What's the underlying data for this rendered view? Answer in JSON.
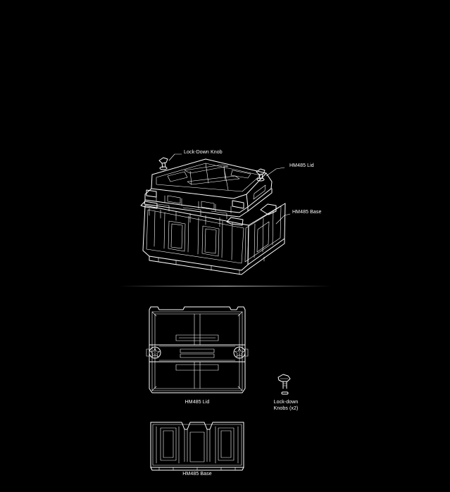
{
  "labels": {
    "lock_down_knob": "Lock-Down Knob",
    "hm485_lid_callout": "HM485 Lid",
    "hm485_base_callout": "HM485 Base",
    "hm485_lid_caption": "HM485 Lid",
    "knobs_caption_line1": "Lock-down",
    "knobs_caption_line2": "Knobs (x2)",
    "hm485_base_caption": "HM485 Base"
  },
  "colors": {
    "background": "#000000",
    "line": "#ffffff"
  }
}
